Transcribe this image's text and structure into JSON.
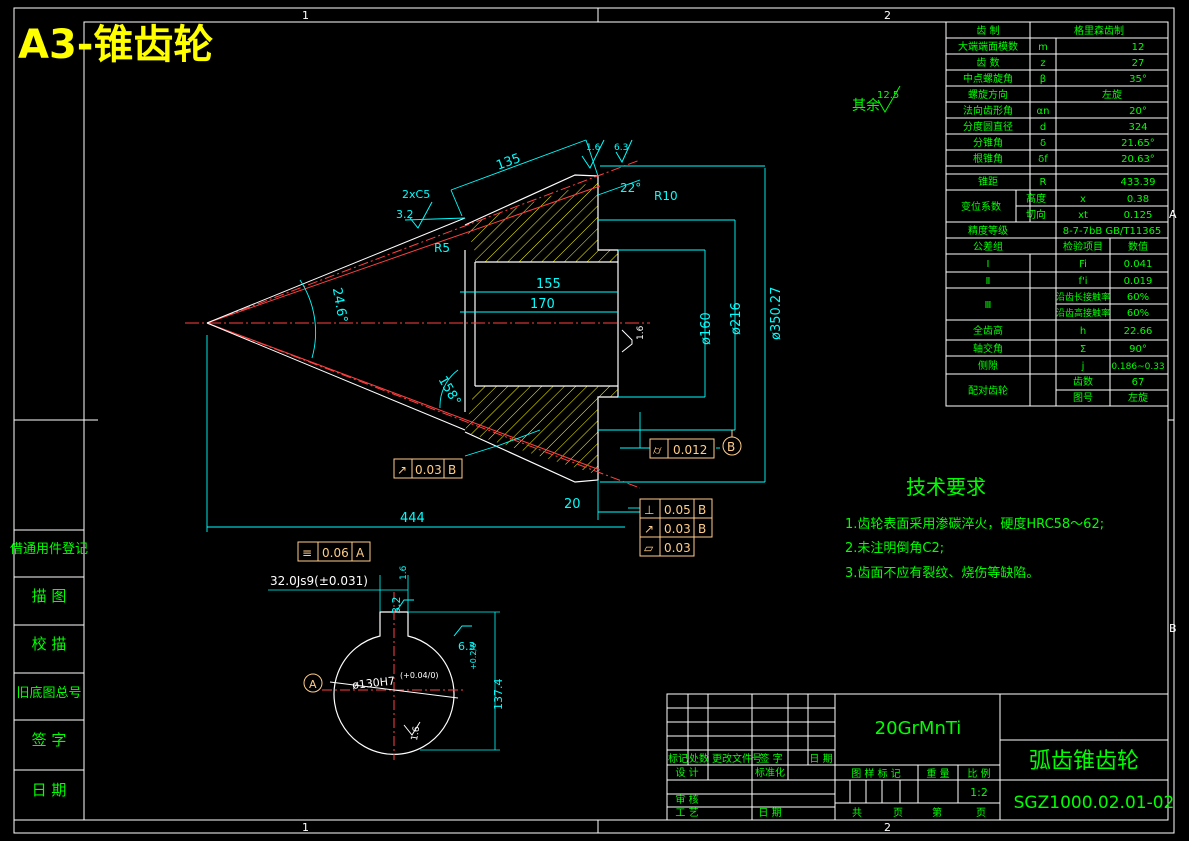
{
  "drawing": {
    "title": "A3-锥齿轮",
    "part_name": "弧齿锥齿轮",
    "drawing_number": "SGZ1000.02.01-02",
    "material": "20GrMnTi",
    "scale": "1:2",
    "zone_marks": [
      "1",
      "2",
      "1",
      "2",
      "A",
      "B"
    ],
    "colors": {
      "frame": "#ffffff",
      "text": "#00ff00",
      "dimension": "#00ffff",
      "center": "#ff0000",
      "hatch": "#ffff00",
      "title": "#ffff00",
      "frame_tol": "#ffcc88"
    }
  },
  "surface_finish": {
    "rest_label": "其余",
    "rest_value": "12.5"
  },
  "gear_table": {
    "rows": [
      {
        "name": "齿 制",
        "symbol": "",
        "value": "格里森齿制"
      },
      {
        "name": "大端端面模数",
        "symbol": "m",
        "value": "12"
      },
      {
        "name": "齿 数",
        "symbol": "z",
        "value": "27"
      },
      {
        "name": "中点螺旋角",
        "symbol": "β",
        "value": "35°"
      },
      {
        "name": "螺旋方向",
        "symbol": "",
        "value": "左旋"
      },
      {
        "name": "法向齿形角",
        "symbol": "αn",
        "value": "20°"
      },
      {
        "name": "分度圆直径",
        "symbol": "d",
        "value": "324"
      },
      {
        "name": "分锥角",
        "symbol": "δ",
        "value": "21.65°"
      },
      {
        "name": "根锥角",
        "symbol": "δf",
        "value": "20.63°"
      },
      {
        "name": "锥距",
        "symbol": "R",
        "value": "433.39"
      }
    ],
    "shift_group": "变位系数",
    "shift_rows": [
      {
        "name": "高度",
        "symbol": "x",
        "value": "0.38"
      },
      {
        "name": "切向",
        "symbol": "xt",
        "value": "0.125"
      }
    ],
    "accuracy": {
      "name": "精度等级",
      "value": "8-7-7bB GB/T11365"
    },
    "group_header": {
      "a": "公差组",
      "b": "检验项目",
      "c": "数值"
    },
    "tolerance_rows": [
      {
        "group": "Ⅰ",
        "item": "Fi",
        "value": "0.041"
      },
      {
        "group": "Ⅱ",
        "item": "f'i",
        "value": "0.019"
      },
      {
        "group": "Ⅲ",
        "item": "沿齿长接触率",
        "value": "60%"
      },
      {
        "group": "",
        "item": "沿齿高接触率",
        "value": "60%"
      }
    ],
    "tail_rows": [
      {
        "name": "全齿高",
        "symbol": "h",
        "value": "22.66"
      },
      {
        "name": "轴交角",
        "symbol": "Σ",
        "value": "90°"
      },
      {
        "name": "侧隙",
        "symbol": "j",
        "value": "0.186~0.33"
      }
    ],
    "mating": {
      "name": "配对齿轮",
      "rows": [
        {
          "label": "齿数",
          "value": "67"
        },
        {
          "label": "图号",
          "value": "左旋"
        }
      ]
    }
  },
  "tech_requirements": {
    "title": "技术要求",
    "items": [
      "1.齿轮表面采用渗碳淬火，硬度HRC58～62;",
      "2.未注明倒角C2;",
      "3.齿面不应有裂纹、烧伤等缺陷。"
    ]
  },
  "left_column": [
    "借通用件登记",
    "描 图",
    "校 描",
    "旧底图总号",
    "签 字",
    "日 期"
  ],
  "dimensions": {
    "tooth_width": "135",
    "chamfer": "2xC5",
    "angle_small": "22°",
    "radius_r10": "R10",
    "radius_r5": "R5",
    "bore_155": "155",
    "bore_170": "170",
    "cone_angle": "24.6°",
    "back_angle": "158°",
    "d160": "ø160",
    "d216": "ø216",
    "d350": "ø350.27",
    "len_444": "444",
    "len_20": "20",
    "rough_32a": "3.2",
    "rough_16a": "1.6",
    "rough_63a": "6.3",
    "rough_16b": "1.6",
    "rough_16c": "1.6",
    "rough_63b": "6.3",
    "rough_32b": "3.2",
    "rough_16d": "1.6",
    "keyway": "32.0Js9(±0.031)",
    "bore_fit": "ø130H7",
    "bore_fit_tol": "(+0.04/0)",
    "key_depth": "137.4",
    "key_depth_tol": "+0.2/0"
  },
  "tolerances": {
    "runout_a": {
      "symbol": "↗",
      "value": "0.03",
      "datum": "B"
    },
    "cylindricity": {
      "symbol": "⌭",
      "value": "0.012",
      "datum": ""
    },
    "datum_b": "B",
    "perpendicular": {
      "symbol": "⊥",
      "value": "0.05",
      "datum": "B"
    },
    "runout_b": {
      "symbol": "↗",
      "value": "0.03",
      "datum": "B"
    },
    "flatness": {
      "symbol": "▱",
      "value": "0.03",
      "datum": ""
    },
    "symmetry": {
      "symbol": "≡",
      "value": "0.06",
      "datum": "A"
    },
    "datum_a": "A"
  },
  "title_block": {
    "rev_headers": [
      "标记",
      "处数",
      "更改文件号",
      "签 字",
      "日 期"
    ],
    "role_design": "设 计",
    "role_standard": "标准化",
    "role_review": "审 核",
    "role_process": "工 艺",
    "date_label": "日 期",
    "stage_headers": [
      "图 样 标 记",
      "重 量",
      "比 例"
    ],
    "sheet": {
      "total": "共",
      "page": "页",
      "no": "第",
      "page2": "页"
    }
  }
}
